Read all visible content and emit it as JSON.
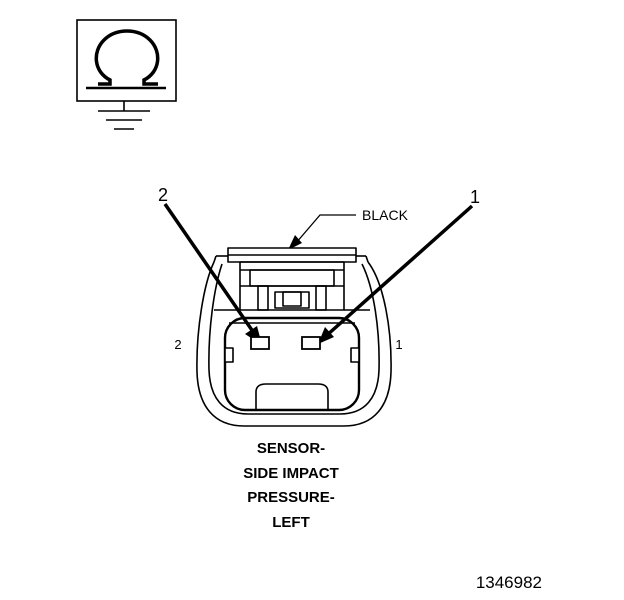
{
  "symbol": {
    "icon": "ohmmeter-ground-icon"
  },
  "callouts": {
    "left": "2",
    "right": "1"
  },
  "wire_color": "BLACK",
  "terminals": {
    "left": "2",
    "right": "1"
  },
  "caption": {
    "line1": "SENSOR-",
    "line2": "SIDE IMPACT",
    "line3": "PRESSURE-",
    "line4": "LEFT"
  },
  "figure_number": "1346982"
}
